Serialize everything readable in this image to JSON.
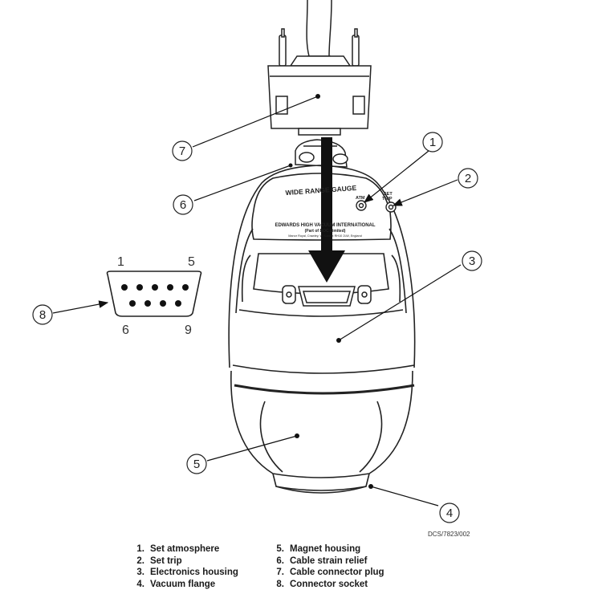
{
  "callouts": [
    "1",
    "2",
    "3",
    "4",
    "5",
    "6",
    "7",
    "8"
  ],
  "pin_labels": {
    "pin1": "1",
    "pin5": "5",
    "pin6": "6",
    "pin9": "9"
  },
  "gauge_panel": {
    "title": "WIDE RANGE GAUGE",
    "atm": "ATM",
    "set": "SET",
    "trip": "TRIP",
    "maker": "EDWARDS HIGH VACUUM INTERNATIONAL",
    "sub": "(Part of BOC Limited)",
    "address": "Manor Royal, Crawley, W Sussex RH10 2LW, England"
  },
  "doc_ref": "DCS/7823/002",
  "legend": [
    {
      "num": "1.",
      "label": "Set atmosphere"
    },
    {
      "num": "2.",
      "label": "Set trip"
    },
    {
      "num": "3.",
      "label": "Electronics housing"
    },
    {
      "num": "4.",
      "label": "Vacuum flange"
    },
    {
      "num": "5.",
      "label": "Magnet housing"
    },
    {
      "num": "6.",
      "label": "Cable strain relief"
    },
    {
      "num": "7.",
      "label": "Cable connector plug"
    },
    {
      "num": "8.",
      "label": "Connector socket"
    }
  ]
}
